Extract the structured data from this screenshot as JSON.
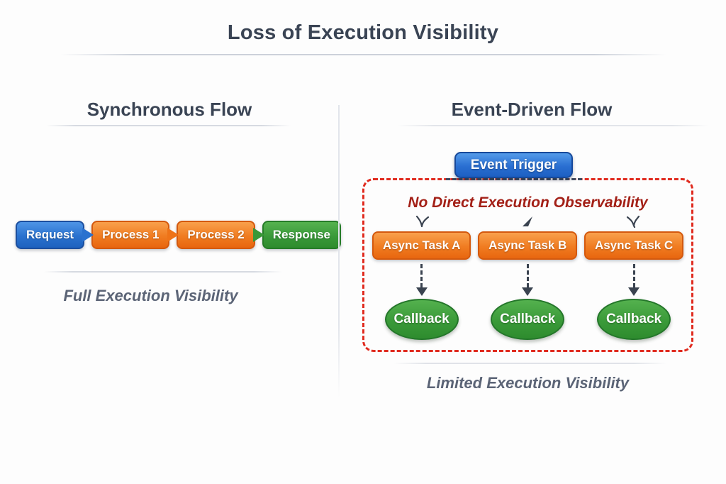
{
  "title": "Loss of Execution Visibility",
  "sync_panel": {
    "heading": "Synchronous Flow",
    "caption": "Full Execution Visibility",
    "flow": [
      {
        "label": "Request"
      },
      {
        "label": "Process 1"
      },
      {
        "label": "Process 2"
      },
      {
        "label": "Response"
      }
    ]
  },
  "event_panel": {
    "heading": "Event-Driven Flow",
    "trigger_label": "Event Trigger",
    "note": "No Direct Execution Observability",
    "tasks": [
      {
        "label": "Async Task A",
        "callback_label": "Callback"
      },
      {
        "label": "Async Task B",
        "callback_label": "Callback"
      },
      {
        "label": "Async Task C",
        "callback_label": "Callback"
      }
    ],
    "caption": "Limited Execution Visibility"
  },
  "colors": {
    "heading_text": "#3a4454",
    "caption_text": "#5b6476",
    "blue_node": "#2a72cf",
    "orange_node": "#f07c21",
    "green_node": "#389838",
    "dashed_border_red": "#e02b1f",
    "note_red": "#a32017",
    "arrow_dark": "#3a4350",
    "divider_gray": "#ccd1da"
  }
}
